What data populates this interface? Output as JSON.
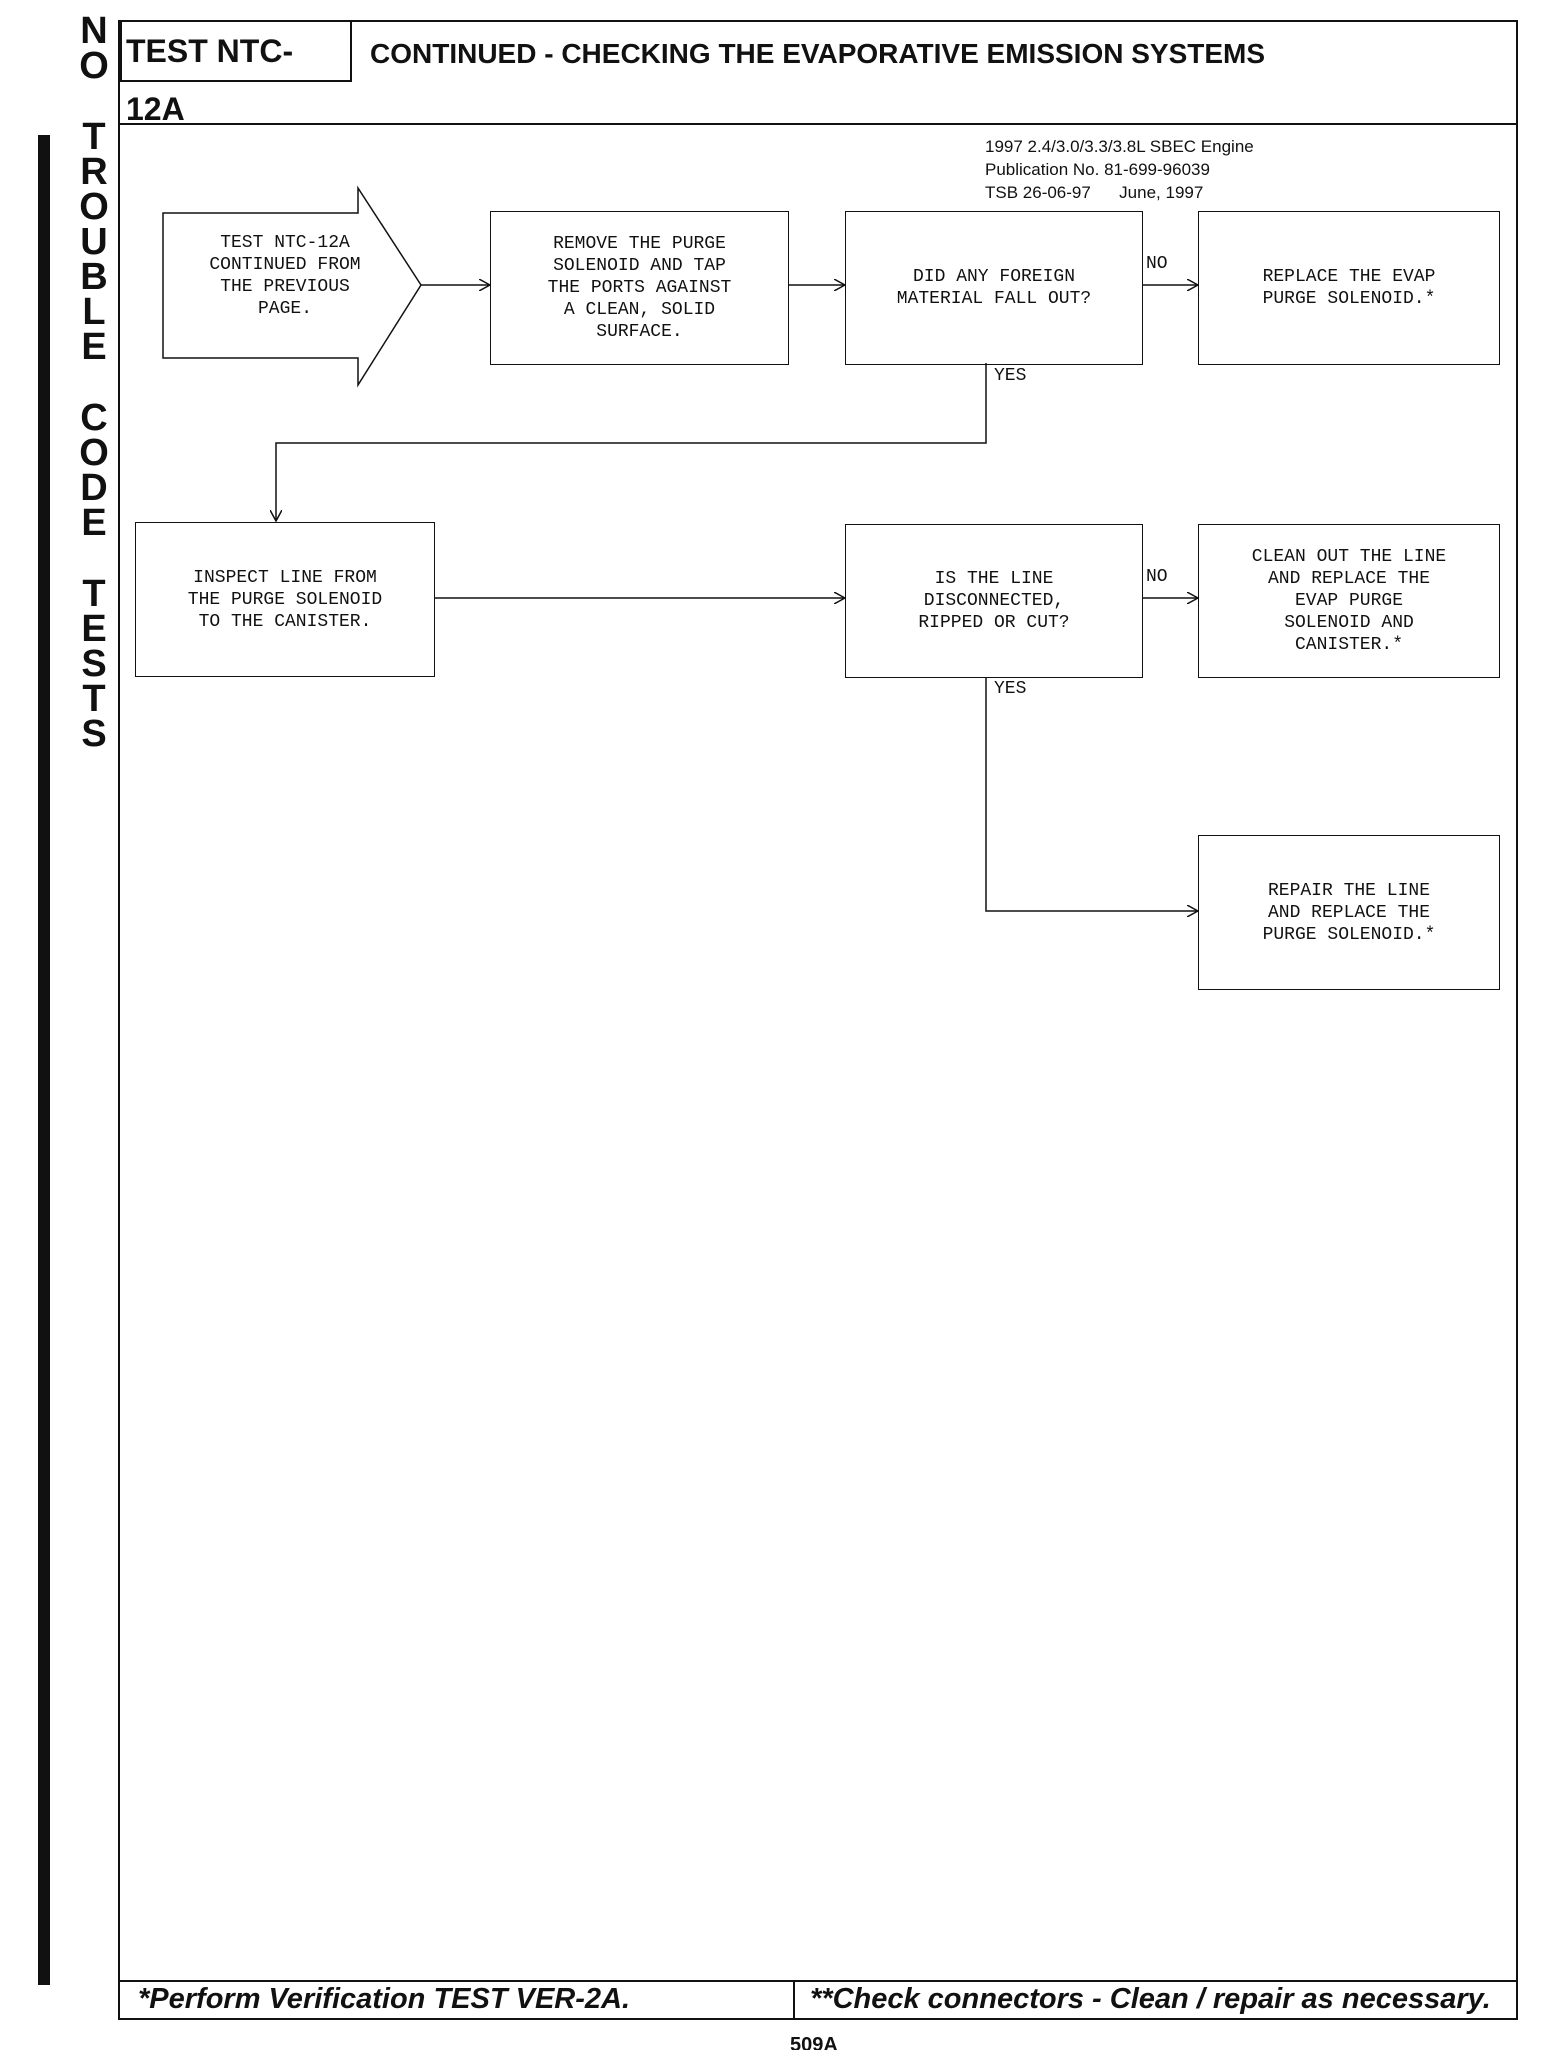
{
  "sidebar": {
    "letters": [
      "N",
      "O",
      "",
      "T",
      "R",
      "O",
      "U",
      "B",
      "L",
      "E",
      "",
      "C",
      "O",
      "D",
      "E",
      "",
      "T",
      "E",
      "S",
      "T",
      "S"
    ]
  },
  "header": {
    "test_id": "TEST NTC-12A",
    "title": "CONTINUED - CHECKING THE EVAPORATIVE EMISSION SYSTEMS"
  },
  "publication": {
    "line1": "1997 2.4/3.0/3.3/3.8L SBEC Engine",
    "line2": "Publication No. 81-699-96039",
    "line3": "TSB 26-06-97      June, 1997"
  },
  "flowchart": {
    "start_arrow": "TEST NTC-12A\nCONTINUED FROM\nTHE PREVIOUS\nPAGE.",
    "remove_purge": "REMOVE THE PURGE\nSOLENOID AND TAP\nTHE PORTS AGAINST\nA CLEAN, SOLID\nSURFACE.",
    "foreign_material_q": "DID ANY FOREIGN\nMATERIAL FALL OUT?",
    "replace_evap": "REPLACE THE EVAP\nPURGE SOLENOID.*",
    "inspect_line": "INSPECT LINE FROM\nTHE PURGE SOLENOID\nTO THE CANISTER.",
    "line_damaged_q": "IS THE LINE\nDISCONNECTED,\nRIPPED OR CUT?",
    "clean_out": "CLEAN OUT THE LINE\nAND REPLACE THE\nEVAP PURGE\nSOLENOID AND\nCANISTER.*",
    "repair_line": "REPAIR THE LINE\nAND REPLACE THE\nPURGE SOLENOID.*",
    "no_label": "NO",
    "yes_label": "YES"
  },
  "footer": {
    "left": "*Perform Verification TEST VER-2A.",
    "right": "**Check connectors - Clean / repair as necessary.",
    "page": "509A"
  }
}
